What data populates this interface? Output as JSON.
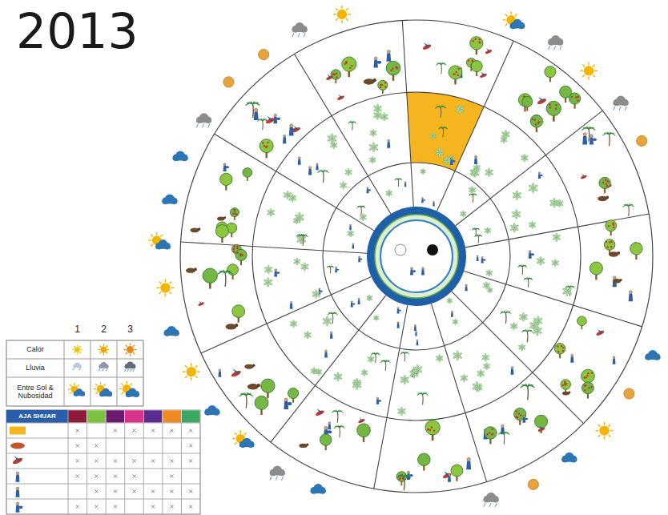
{
  "diagram": {
    "title": "2013",
    "labels": [
      "1",
      "2",
      "3",
      "AJA SHUAR"
    ],
    "legend": [
      {
        "text": "Calor"
      },
      {
        "text": "Lluvia"
      },
      {
        "text": "Entre Sol & Nubosidad"
      }
    ]
  }
}
